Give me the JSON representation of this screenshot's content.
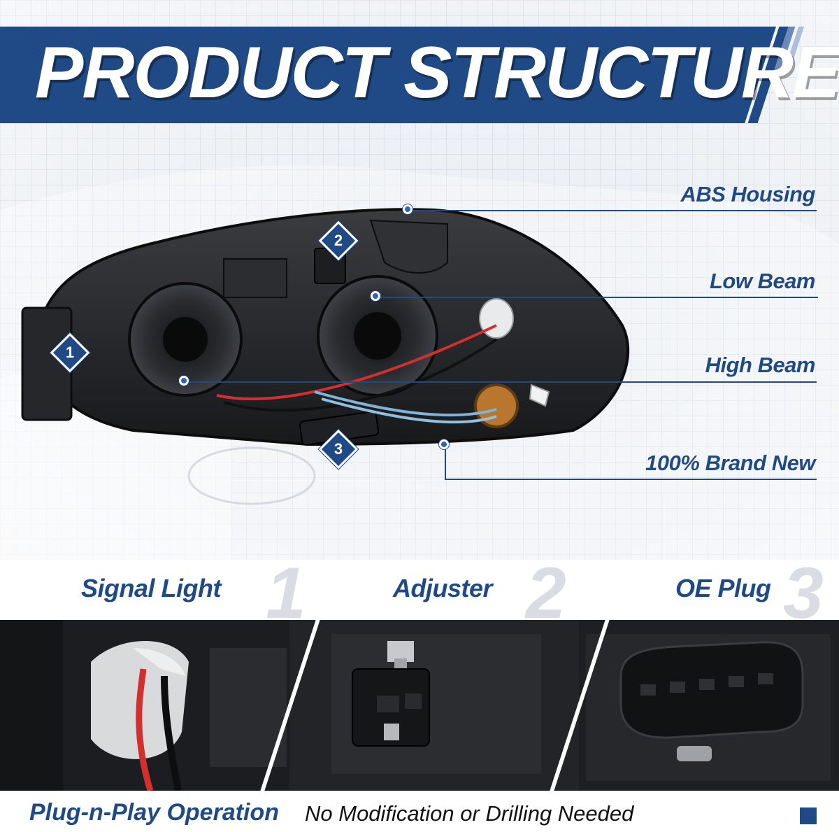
{
  "title": "PRODUCT STRUCTURE",
  "callouts": [
    {
      "label": "ABS Housing"
    },
    {
      "label": "Low Beam"
    },
    {
      "label": "High Beam"
    },
    {
      "label": "100% Brand New"
    }
  ],
  "badges": [
    "1",
    "2",
    "3"
  ],
  "features": [
    {
      "label": "Signal Light",
      "number": "1"
    },
    {
      "label": "Adjuster",
      "number": "2"
    },
    {
      "label": "OE Plug",
      "number": "3"
    }
  ],
  "footer": {
    "main": "Plug-n-Play Operation",
    "sub": "No Modification or Drilling Needed"
  },
  "colors": {
    "brand_blue": "#1f4a86",
    "grid_background": "#e9edf2",
    "housing_black": "#1b1c1f"
  }
}
